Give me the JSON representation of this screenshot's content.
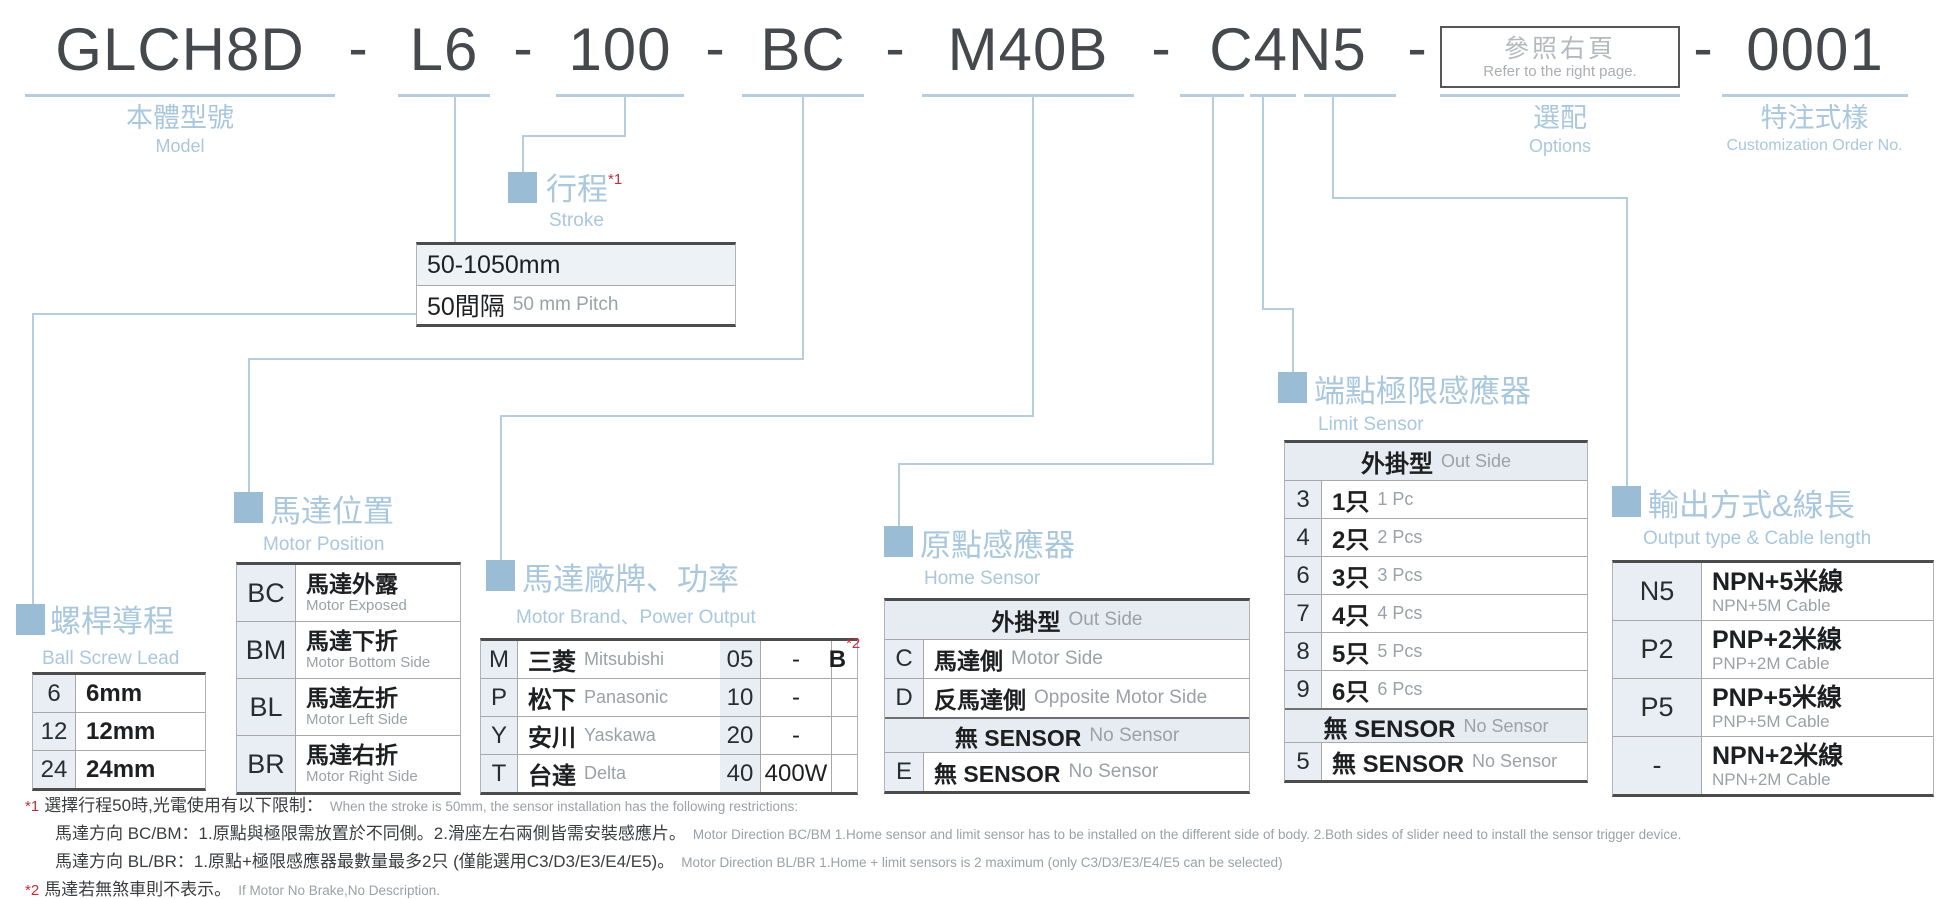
{
  "model_code": {
    "part_model": "GLCH8D",
    "dash": "-",
    "part_lead": "L6",
    "part_stroke": "100",
    "part_motor_position": "BC",
    "part_motor_brand": "M40B",
    "part_sensors": "C4N5",
    "options_box_zh": "參照右頁",
    "options_box_en": "Refer to the right page.",
    "part_custom": "0001"
  },
  "labels": {
    "model_zh": "本體型號",
    "model_en": "Model",
    "options_zh": "選配",
    "options_en": "Options",
    "custom_zh": "特注式樣",
    "custom_en": "Customization Order No."
  },
  "sections": {
    "stroke": {
      "title_zh": "行程",
      "note": "*1",
      "title_en": "Stroke",
      "range": "50-1050mm",
      "pitch_zh": "50間隔",
      "pitch_en": "50 mm Pitch"
    },
    "lead": {
      "title_zh": "螺桿導程",
      "title_en": "Ball Screw Lead",
      "rows": [
        {
          "code": "6",
          "value": "6mm"
        },
        {
          "code": "12",
          "value": "12mm"
        },
        {
          "code": "24",
          "value": "24mm"
        }
      ]
    },
    "motor_position": {
      "title_zh": "馬達位置",
      "title_en": "Motor Position",
      "rows": [
        {
          "code": "BC",
          "zh": "馬達外露",
          "en": "Motor Exposed"
        },
        {
          "code": "BM",
          "zh": "馬達下折",
          "en": "Motor Bottom Side"
        },
        {
          "code": "BL",
          "zh": "馬達左折",
          "en": "Motor Left Side"
        },
        {
          "code": "BR",
          "zh": "馬達右折",
          "en": "Motor Right Side"
        }
      ]
    },
    "motor_brand": {
      "title_zh": "馬達廠牌、功率",
      "title_en": "Motor Brand、Power Output",
      "rows": [
        {
          "code": "M",
          "zh": "三菱",
          "en": "Mitsubishi",
          "power_code": "05",
          "power": "-",
          "extra": "B",
          "extra_note": "*2"
        },
        {
          "code": "P",
          "zh": "松下",
          "en": "Panasonic",
          "power_code": "10",
          "power": "-",
          "extra": "",
          "extra_note": ""
        },
        {
          "code": "Y",
          "zh": "安川",
          "en": "Yaskawa",
          "power_code": "20",
          "power": "-",
          "extra": "",
          "extra_note": ""
        },
        {
          "code": "T",
          "zh": "台達",
          "en": "Delta",
          "power_code": "40",
          "power": "400W",
          "extra": "",
          "extra_note": ""
        }
      ]
    },
    "home_sensor": {
      "title_zh": "原點感應器",
      "title_en": "Home Sensor",
      "header_zh": "外掛型",
      "header_en": "Out Side",
      "rows": [
        {
          "code": "C",
          "zh": "馬達側",
          "en": "Motor Side"
        },
        {
          "code": "D",
          "zh": "反馬達側",
          "en": "Opposite Motor Side"
        }
      ],
      "subheader_zh": "無 SENSOR",
      "subheader_en": "No Sensor",
      "rows2": [
        {
          "code": "E",
          "zh": "無 SENSOR",
          "en": "No Sensor"
        }
      ]
    },
    "limit_sensor": {
      "title_zh": "端點極限感應器",
      "title_en": "Limit Sensor",
      "header_zh": "外掛型",
      "header_en": "Out Side",
      "rows": [
        {
          "code": "3",
          "zh": "1只",
          "en": "1 Pc"
        },
        {
          "code": "4",
          "zh": "2只",
          "en": "2 Pcs"
        },
        {
          "code": "6",
          "zh": "3只",
          "en": "3 Pcs"
        },
        {
          "code": "7",
          "zh": "4只",
          "en": "4 Pcs"
        },
        {
          "code": "8",
          "zh": "5只",
          "en": "5 Pcs"
        },
        {
          "code": "9",
          "zh": "6只",
          "en": "6 Pcs"
        }
      ],
      "subheader_zh": "無 SENSOR",
      "subheader_en": "No Sensor",
      "rows2": [
        {
          "code": "5",
          "zh": "無 SENSOR",
          "en": "No Sensor"
        }
      ]
    },
    "output": {
      "title_zh": "輸出方式&線長",
      "title_en": "Output type & Cable length",
      "rows": [
        {
          "code": "N5",
          "zh": "NPN+5米線",
          "en": "NPN+5M Cable"
        },
        {
          "code": "P2",
          "zh": "PNP+2米線",
          "en": "PNP+2M Cable"
        },
        {
          "code": "P5",
          "zh": "PNP+5米線",
          "en": "PNP+5M Cable"
        },
        {
          "code": "-",
          "zh": "NPN+2米線",
          "en": "NPN+2M Cable"
        }
      ]
    }
  },
  "footnotes": {
    "n1_mark": "*1",
    "n1_zh": "選擇行程50時,光電使用有以下限制：",
    "n1_en": "When the stroke is 50mm, the sensor installation has  the following restrictions:",
    "n1a_zh": "馬達方向 BC/BM：1.原點與極限需放置於不同側。2.滑座左右兩側皆需安裝感應片。",
    "n1a_en": "Motor Direction BC/BM 1.Home sensor and limit sensor has to be installed on the different side of body.  2.Both sides of slider need to install the sensor trigger device.",
    "n1b_zh": "馬達方向 BL/BR：1.原點+極限感應器最數量最多2只 (僅能選用C3/D3/E3/E4/E5)。",
    "n1b_en": "Motor Direction BL/BR 1.Home + limit sensors is 2 maximum (only C3/D3/E3/E4/E5 can be selected)",
    "n2_mark": "*2",
    "n2_zh": "馬達若無煞車則不表示。",
    "n2_en": "If Motor No Brake,No Description."
  },
  "colors": {
    "accent_blue": "#a9c7dd",
    "marker_blue": "#9abcd4",
    "line_blue": "#b6cde0",
    "code_text": "#45484c",
    "table_border_dark": "#4c4c4c",
    "cell_bg": "#e9eef4",
    "note_red": "#c22f3a"
  }
}
